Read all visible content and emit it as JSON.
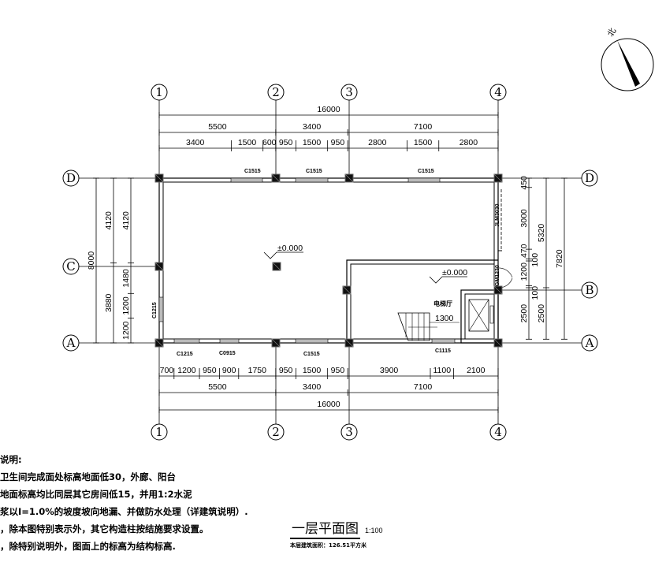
{
  "drawing": {
    "title": "一层平面图",
    "scale": "1:100",
    "area_note": "本层建筑面积：126.51平方米",
    "north_label": "北",
    "axes_x": [
      "1",
      "2",
      "3",
      "4"
    ],
    "axes_y": [
      "D",
      "C",
      "B",
      "A"
    ],
    "dims_top": {
      "total": [
        16000
      ],
      "middle": [
        5500,
        3400,
        7100
      ],
      "detail": [
        3400,
        1500,
        600,
        950,
        1500,
        950,
        2800,
        1500,
        2800
      ]
    },
    "dims_bottom": {
      "detail": [
        700,
        1200,
        950,
        900,
        1750,
        950,
        1500,
        950,
        3900,
        1100,
        2100
      ],
      "middle": [
        5500,
        3400,
        7100
      ],
      "total": [
        16000
      ]
    },
    "dims_left": {
      "total": [
        8000
      ],
      "middle": [
        4120,
        3880
      ],
      "detail": [
        4120,
        1480,
        1200,
        1200
      ]
    },
    "dims_right": {
      "detail": [
        450,
        3000,
        470,
        100,
        1200,
        100,
        2500
      ],
      "middle": [
        5320,
        2500
      ],
      "total": [
        7820
      ]
    },
    "labels": {
      "window_top_1": "C1515",
      "window_top_2": "C1515",
      "window_top_3": "C1515",
      "window_bottom_1": "C1215",
      "window_bottom_2": "C0915",
      "window_bottom_3": "C1515",
      "window_bottom_4": "C1115",
      "window_left": "C1215",
      "door_right_1": "JLM3030",
      "door_right_2": "GM1230",
      "elevation_1": "±0.000",
      "elevation_2": "±0.000",
      "elevator_hall": "电梯厅",
      "stair_dim": "1300"
    }
  },
  "notes": {
    "heading": "说明:",
    "lines": [
      "卫生间完成面处标高地面低30，外廊、阳台",
      "地面标高均比同层其它房间低15，并用1:2水泥",
      "浆以I=1.0%的坡度坡向地漏、并做防水处理（详建筑说明）.",
      "，除本图特别表示外，其它构造柱按结施要求设置。",
      "，除特别说明外，图面上的标高为结构标高."
    ]
  }
}
